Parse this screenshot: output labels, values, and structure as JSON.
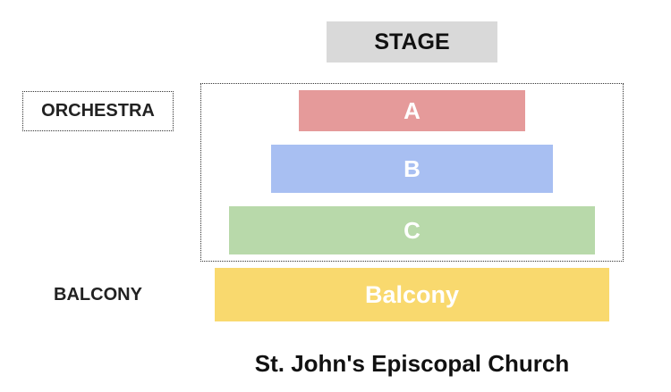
{
  "stage": {
    "label": "STAGE",
    "color": "#d9d9d9"
  },
  "orchestra": {
    "label": "ORCHESTRA",
    "sections": [
      {
        "label": "A",
        "color": "#e59a9a"
      },
      {
        "label": "B",
        "color": "#a8bff2"
      },
      {
        "label": "C",
        "color": "#b8d9aa"
      }
    ]
  },
  "balcony": {
    "label": "BALCONY",
    "section_label": "Balcony",
    "color": "#f9d96e"
  },
  "venue": {
    "name": "St. John's Episcopal Church"
  }
}
